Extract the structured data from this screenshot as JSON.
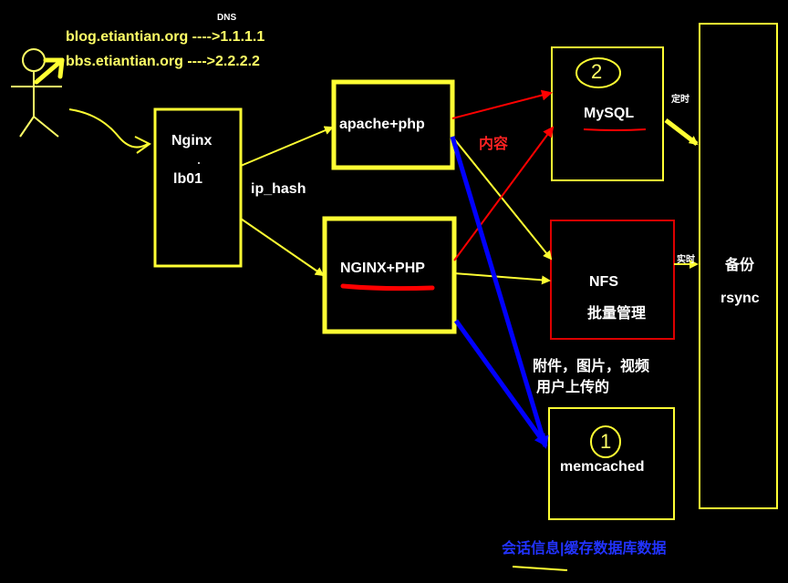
{
  "colors": {
    "background": "#000000",
    "node": "#ffff33",
    "arrow_yellow": "#ffff33",
    "arrow_red": "#ff0000",
    "arrow_blue": "#0000ff",
    "text_white": "#ffffff"
  },
  "dns": {
    "title": "DNS",
    "records": [
      "blog.etiantian.org ---->1.1.1.1",
      "bbs.etiantian.org ---->2.2.2.2"
    ]
  },
  "nodes": {
    "nginx_lb": {
      "line1": "Nginx",
      "line2": "lb01"
    },
    "ip_hash": "ip_hash",
    "apache_php": "apache+php",
    "nginx_php": "NGINX+PHP",
    "mysql": {
      "number": "2",
      "label": "MySQL"
    },
    "nfs": {
      "line1": "NFS",
      "line2": "批量管理"
    },
    "memcached": {
      "number": "1",
      "label": "memcached"
    },
    "backup": {
      "line1": "备份",
      "line2": "rsync"
    }
  },
  "labels": {
    "content": "内容",
    "scheduled": "定时",
    "realtime": "实时",
    "uploads_line1": "附件，图片，视频",
    "uploads_line2": "用户上传的",
    "session_cache": "会话信息|缓存数据库数据"
  }
}
